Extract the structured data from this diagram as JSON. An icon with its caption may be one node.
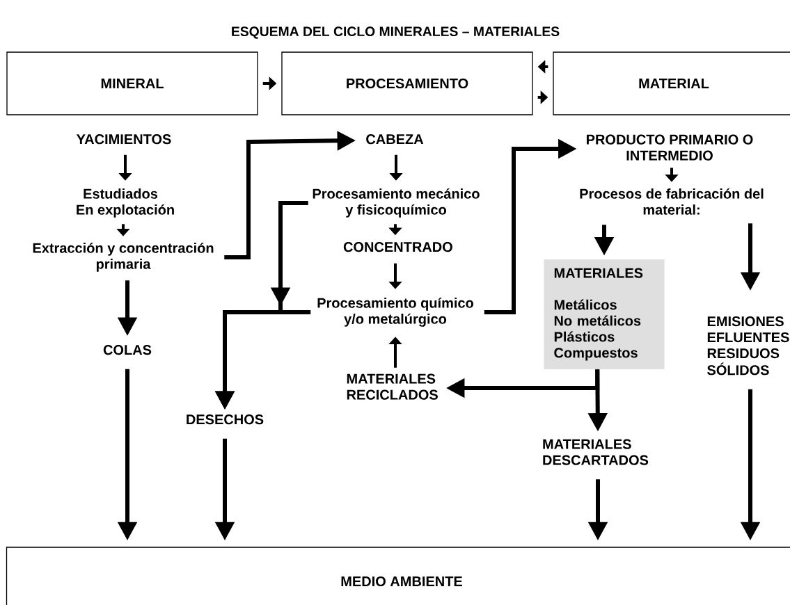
{
  "diagram": {
    "title": "ESQUEMA DEL CICLO MINERALES – MATERIALES",
    "nodes": [
      {
        "text": [
          "MINERAL"
        ]
      },
      {
        "text": [
          "PROCESAMIENTO"
        ]
      },
      {
        "text": [
          "MATERIAL"
        ]
      },
      {
        "text": [
          "YACIMIENTOS"
        ]
      },
      {
        "text": [
          "Estudiados",
          "En explotación"
        ]
      },
      {
        "text": [
          "Extracción y concentración primaria"
        ]
      },
      {
        "text": [
          "COLAS"
        ]
      },
      {
        "text": [
          "CABEZA"
        ]
      },
      {
        "text": [
          "Procesamiento mecánico y fisicoquímico"
        ]
      },
      {
        "text": [
          "CONCENTRADO"
        ]
      },
      {
        "text": [
          "Procesamiento químico y/o metalúrgico"
        ]
      },
      {
        "text": [
          "MATERIALES RECICLADOS"
        ]
      },
      {
        "text": [
          "DESECHOS"
        ]
      },
      {
        "text": [
          "PRODUCTO PRIMARIO O INTERMEDIO"
        ]
      },
      {
        "text": [
          "Procesos de fabricación del material:"
        ]
      },
      {
        "text": [
          "MATERIALES",
          "Metálicos",
          "No metálicos",
          "Plásticos",
          "Compuestos"
        ]
      },
      {
        "text": [
          "EMISIONES EFLUENTES RESIDUOS SÓLIDOS"
        ]
      },
      {
        "text": [
          "MATERIALES DESCARTADOS"
        ]
      },
      {
        "text": [
          "MEDIO AMBIENTE"
        ]
      }
    ],
    "edges": [
      {
        "from": 0,
        "to": 1,
        "arrow": "to"
      },
      {
        "from": 2,
        "to": 1,
        "arrow": "to"
      },
      {
        "from": 1,
        "to": 2,
        "arrow": "to"
      },
      {
        "from": 3,
        "to": 4,
        "arrow": "to"
      },
      {
        "from": 4,
        "to": 5,
        "arrow": "to"
      },
      {
        "from": 5,
        "to": 6,
        "arrow": "to"
      },
      {
        "from": 5,
        "to": 7,
        "arrow": "to"
      },
      {
        "from": 7,
        "to": 8,
        "arrow": "to"
      },
      {
        "from": 8,
        "to": 9,
        "arrow": "to"
      },
      {
        "from": 9,
        "to": 10,
        "arrow": "to"
      },
      {
        "from": 8,
        "to": 12,
        "arrow": "to"
      },
      {
        "from": 10,
        "to": 12,
        "arrow": "to"
      },
      {
        "from": 10,
        "to": 13,
        "arrow": "to"
      },
      {
        "from": 11,
        "to": 10,
        "arrow": "to"
      },
      {
        "from": 13,
        "to": 14,
        "arrow": "to"
      },
      {
        "from": 14,
        "to": 15,
        "arrow": "to"
      },
      {
        "from": 14,
        "to": 16,
        "arrow": "to"
      },
      {
        "from": 15,
        "to": 11,
        "arrow": "to"
      },
      {
        "from": 15,
        "to": 17,
        "arrow": "to"
      },
      {
        "from": 6,
        "to": 18,
        "arrow": "to"
      },
      {
        "from": 12,
        "to": 18,
        "arrow": "to"
      },
      {
        "from": 17,
        "to": 18,
        "arrow": "to"
      },
      {
        "from": 16,
        "to": 18,
        "arrow": "to"
      }
    ]
  }
}
